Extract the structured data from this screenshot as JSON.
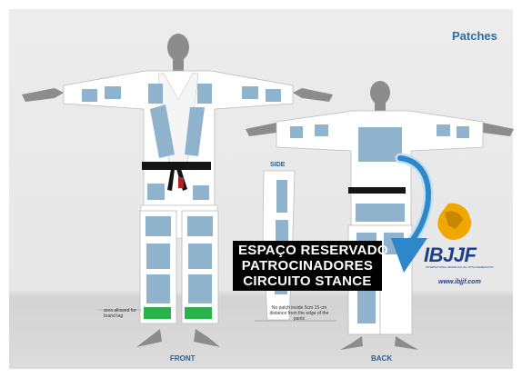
{
  "title": "Patches",
  "labels": {
    "side": "SIDE",
    "front": "FRONT",
    "back": "BACK"
  },
  "notes": {
    "brand_tag": "area allowed for brand tag",
    "pants_distance": "No patch inside 5cm 15 cm distance from the edge of the pants"
  },
  "banner": {
    "line1": "ESPAÇO RESERVADO",
    "line2": "PATROCINADORES",
    "line3": "CIRCUITO STANCE"
  },
  "logo": {
    "name": "IBJJF",
    "tagline": "INTERNATIONAL BRAZILIAN JIU-JITSU FEDERATION",
    "url": "www.ibjjf.com"
  },
  "colors": {
    "patch": "#8fb3cc",
    "brand_tag": "#2bb24c",
    "belt": "#141414",
    "arrow": "#2f86c9",
    "logo_text": "#1d3f8a",
    "logo_lion": "#f0a800"
  }
}
